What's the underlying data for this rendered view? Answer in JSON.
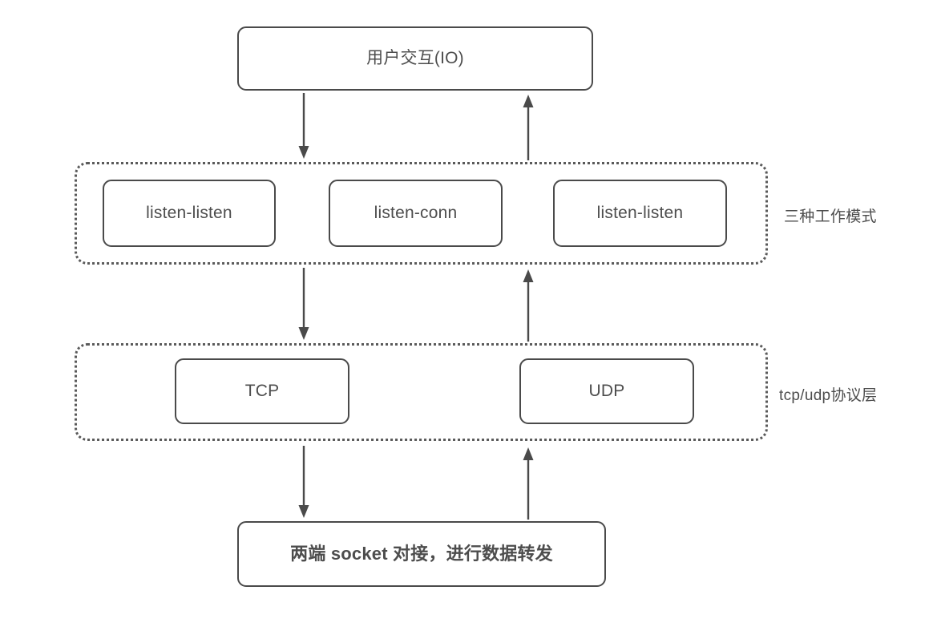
{
  "diagram": {
    "title_node": {
      "label": "用户交互(IO)"
    },
    "groups": [
      {
        "id": "modes",
        "side_label": "三种工作模式",
        "nodes": [
          {
            "label": "listen-listen"
          },
          {
            "label": "listen-conn"
          },
          {
            "label": "listen-listen"
          }
        ]
      },
      {
        "id": "protocol",
        "side_label": "tcp/udp协议层",
        "nodes": [
          {
            "label": "TCP"
          },
          {
            "label": "UDP"
          }
        ]
      }
    ],
    "bottom_node": {
      "label": "两端 socket 对接，进行数据转发"
    },
    "arrows": [
      {
        "name": "io-to-modes",
        "direction": "down"
      },
      {
        "name": "modes-to-io",
        "direction": "up"
      },
      {
        "name": "modes-to-proto",
        "direction": "down"
      },
      {
        "name": "proto-to-modes",
        "direction": "up"
      },
      {
        "name": "proto-to-socket",
        "direction": "down"
      },
      {
        "name": "socket-to-proto",
        "direction": "up"
      }
    ],
    "colors": {
      "stroke": "#4a4a4a",
      "text": "#4d4d4d",
      "group_border": "#5a5a5a",
      "background": "#ffffff"
    }
  }
}
